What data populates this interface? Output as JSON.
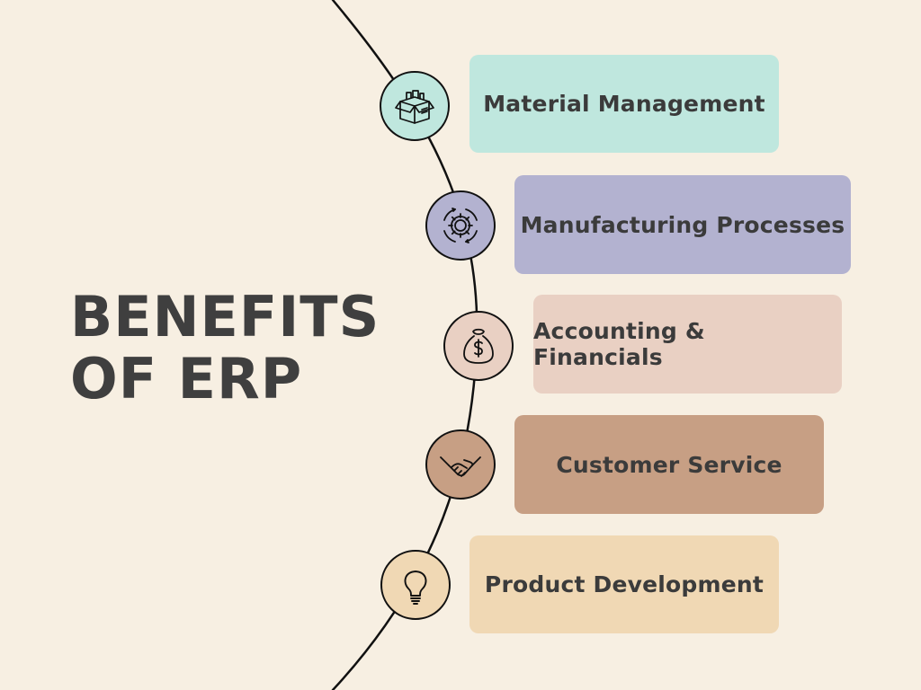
{
  "title": {
    "line1": "BENEFITS",
    "line2": "OF ERP"
  },
  "colors": {
    "background": "#f7efe2",
    "text": "#3f3f3f",
    "material": "#bfe7de",
    "manufacturing": "#b3b2d0",
    "accounting": "#e9d0c3",
    "customer": "#c79f84",
    "product": "#f0d8b4"
  },
  "benefits": [
    {
      "label": "Material Management",
      "icon": "box-icon"
    },
    {
      "label": "Manufacturing Processes",
      "icon": "gear-cycle-icon"
    },
    {
      "label": "Accounting & Financials",
      "icon": "money-bag-icon"
    },
    {
      "label": "Customer Service",
      "icon": "handshake-icon"
    },
    {
      "label": "Product Development",
      "icon": "lightbulb-icon"
    }
  ]
}
